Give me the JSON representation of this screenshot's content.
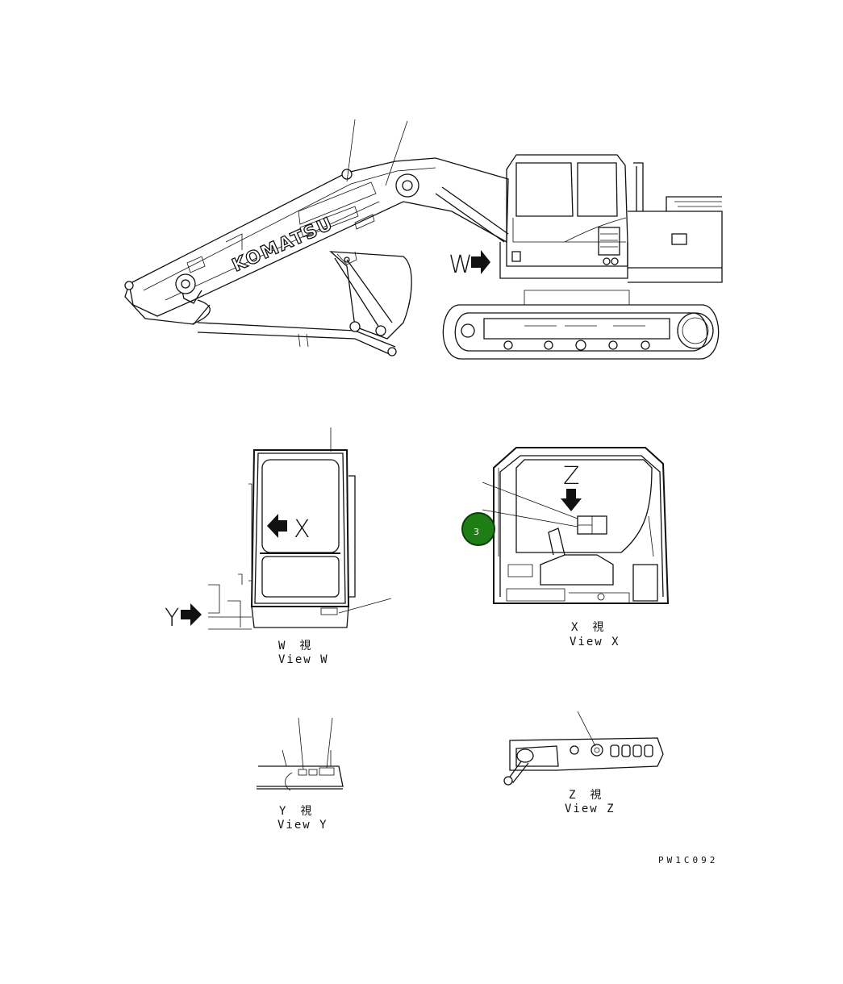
{
  "logo_text": "KOMATSU",
  "views": {
    "W": {
      "marker": "W",
      "caption_jp": "W　視",
      "caption_en": "View W"
    },
    "X": {
      "marker": "X",
      "caption_jp": "X　視",
      "caption_en": "View X"
    },
    "Y": {
      "marker": "Y",
      "caption_jp": "Y　視",
      "caption_en": "View Y"
    },
    "Z": {
      "marker": "Z",
      "caption_jp": "Z　視",
      "caption_en": "View Z"
    }
  },
  "callout_badge": {
    "number": "3",
    "color": "#1e7d14"
  },
  "drawing_code": "PW1C092"
}
